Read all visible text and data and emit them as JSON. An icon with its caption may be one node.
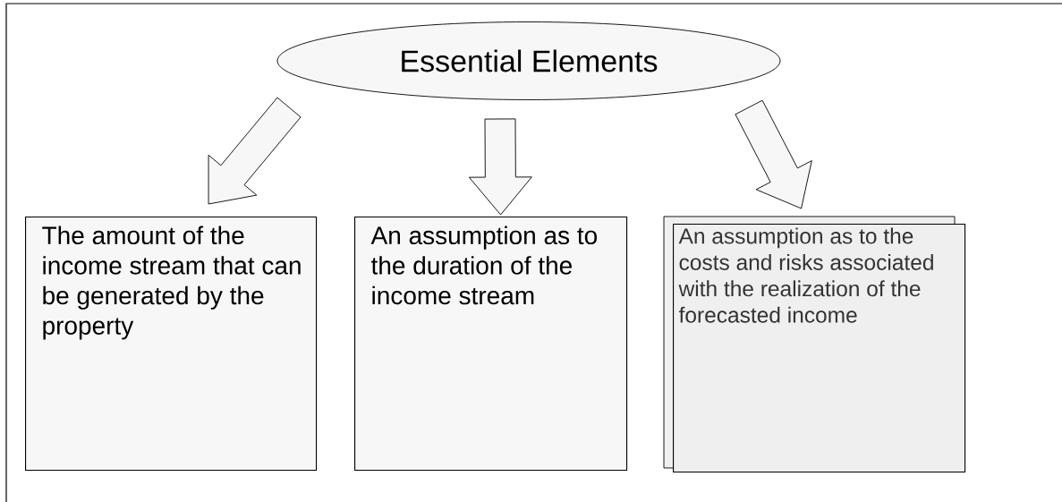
{
  "diagram": {
    "nodes": [
      {
        "text": [
          "Essential Elements"
        ]
      },
      {
        "text": [
          "The amount of the income stream that can be generated by the property"
        ]
      },
      {
        "text": [
          "An assumption as to the duration of the income stream"
        ]
      },
      {
        "text": [
          "An assumption as to the costs and risks associated with the realization of the forecasted income"
        ]
      }
    ],
    "edges": [
      {
        "from": 0,
        "to": 1,
        "arrow": "to"
      },
      {
        "from": 0,
        "to": 2,
        "arrow": "to"
      },
      {
        "from": 0,
        "to": 3,
        "arrow": "to"
      }
    ]
  }
}
